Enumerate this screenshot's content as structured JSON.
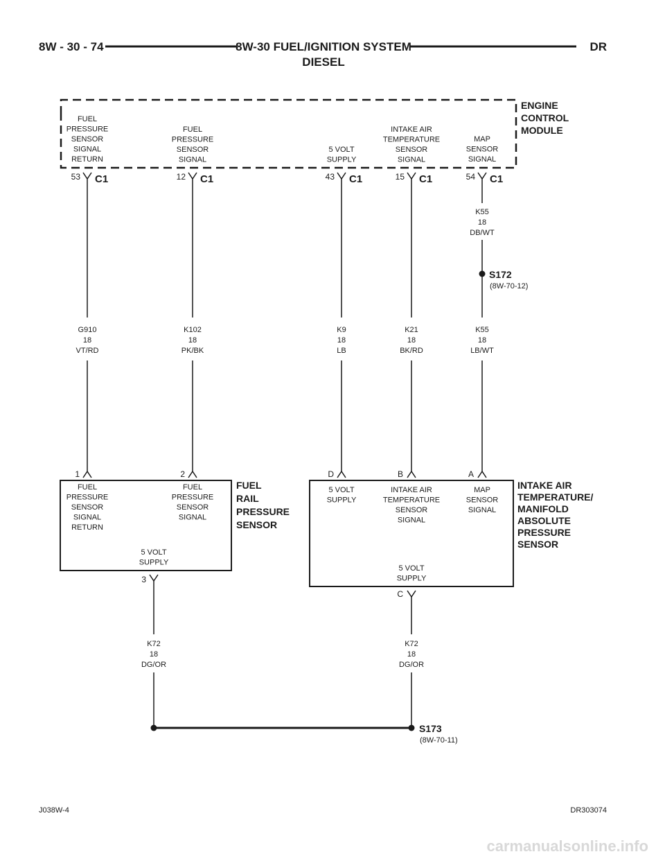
{
  "header": {
    "page": "8W - 30 - 74",
    "title_line1": "8W-30 FUEL/IGNITION SYSTEM",
    "title_line2": "DIESEL",
    "code": "DR"
  },
  "ecm": {
    "name_lines": [
      "ENGINE",
      "CONTROL",
      "MODULE"
    ],
    "connector": "C1",
    "pins": [
      {
        "num": "53",
        "func": [
          "FUEL",
          "PRESSURE",
          "SENSOR",
          "SIGNAL",
          "RETURN"
        ]
      },
      {
        "num": "12",
        "func": [
          "FUEL",
          "PRESSURE",
          "SENSOR",
          "SIGNAL"
        ]
      },
      {
        "num": "43",
        "func": [
          "5 VOLT",
          "SUPPLY"
        ]
      },
      {
        "num": "15",
        "func": [
          "INTAKE AIR",
          "TEMPERATURE",
          "SENSOR",
          "SIGNAL"
        ]
      },
      {
        "num": "54",
        "func": [
          "MAP",
          "SENSOR",
          "SIGNAL"
        ]
      }
    ]
  },
  "wires": {
    "g910": [
      "G910",
      "18",
      "VT/RD"
    ],
    "k102": [
      "K102",
      "18",
      "PK/BK"
    ],
    "k9": [
      "K9",
      "18",
      "LB"
    ],
    "k21": [
      "K21",
      "18",
      "BK/RD"
    ],
    "k55_upper": [
      "K55",
      "18",
      "DB/WT"
    ],
    "k55_lower": [
      "K55",
      "18",
      "LB/WT"
    ],
    "k72_left": [
      "K72",
      "18",
      "DG/OR"
    ],
    "k72_right": [
      "K72",
      "18",
      "DG/OR"
    ]
  },
  "splices": {
    "s172": {
      "id": "S172",
      "ref": "(8W-70-12)"
    },
    "s173": {
      "id": "S173",
      "ref": "(8W-70-11)"
    }
  },
  "frp_sensor": {
    "name_lines": [
      "FUEL",
      "RAIL",
      "PRESSURE",
      "SENSOR"
    ],
    "pin1": "1",
    "pin2": "2",
    "pin3": "3",
    "func1": [
      "FUEL",
      "PRESSURE",
      "SENSOR",
      "SIGNAL",
      "RETURN"
    ],
    "func2": [
      "FUEL",
      "PRESSURE",
      "SENSOR",
      "SIGNAL"
    ],
    "func3": [
      "5 VOLT",
      "SUPPLY"
    ]
  },
  "iat_map_sensor": {
    "name_lines": [
      "INTAKE AIR",
      "TEMPERATURE/",
      "MANIFOLD",
      "ABSOLUTE",
      "PRESSURE",
      "SENSOR"
    ],
    "pinD": "D",
    "pinB": "B",
    "pinA": "A",
    "pinC": "C",
    "funcD": [
      "5 VOLT",
      "SUPPLY"
    ],
    "funcB": [
      "INTAKE AIR",
      "TEMPERATURE",
      "SENSOR",
      "SIGNAL"
    ],
    "funcA": [
      "MAP",
      "SENSOR",
      "SIGNAL"
    ],
    "funcC": [
      "5 VOLT",
      "SUPPLY"
    ]
  },
  "footer": {
    "left": "J038W-4",
    "right": "DR303074"
  },
  "watermark": "carmanualsonline.info"
}
